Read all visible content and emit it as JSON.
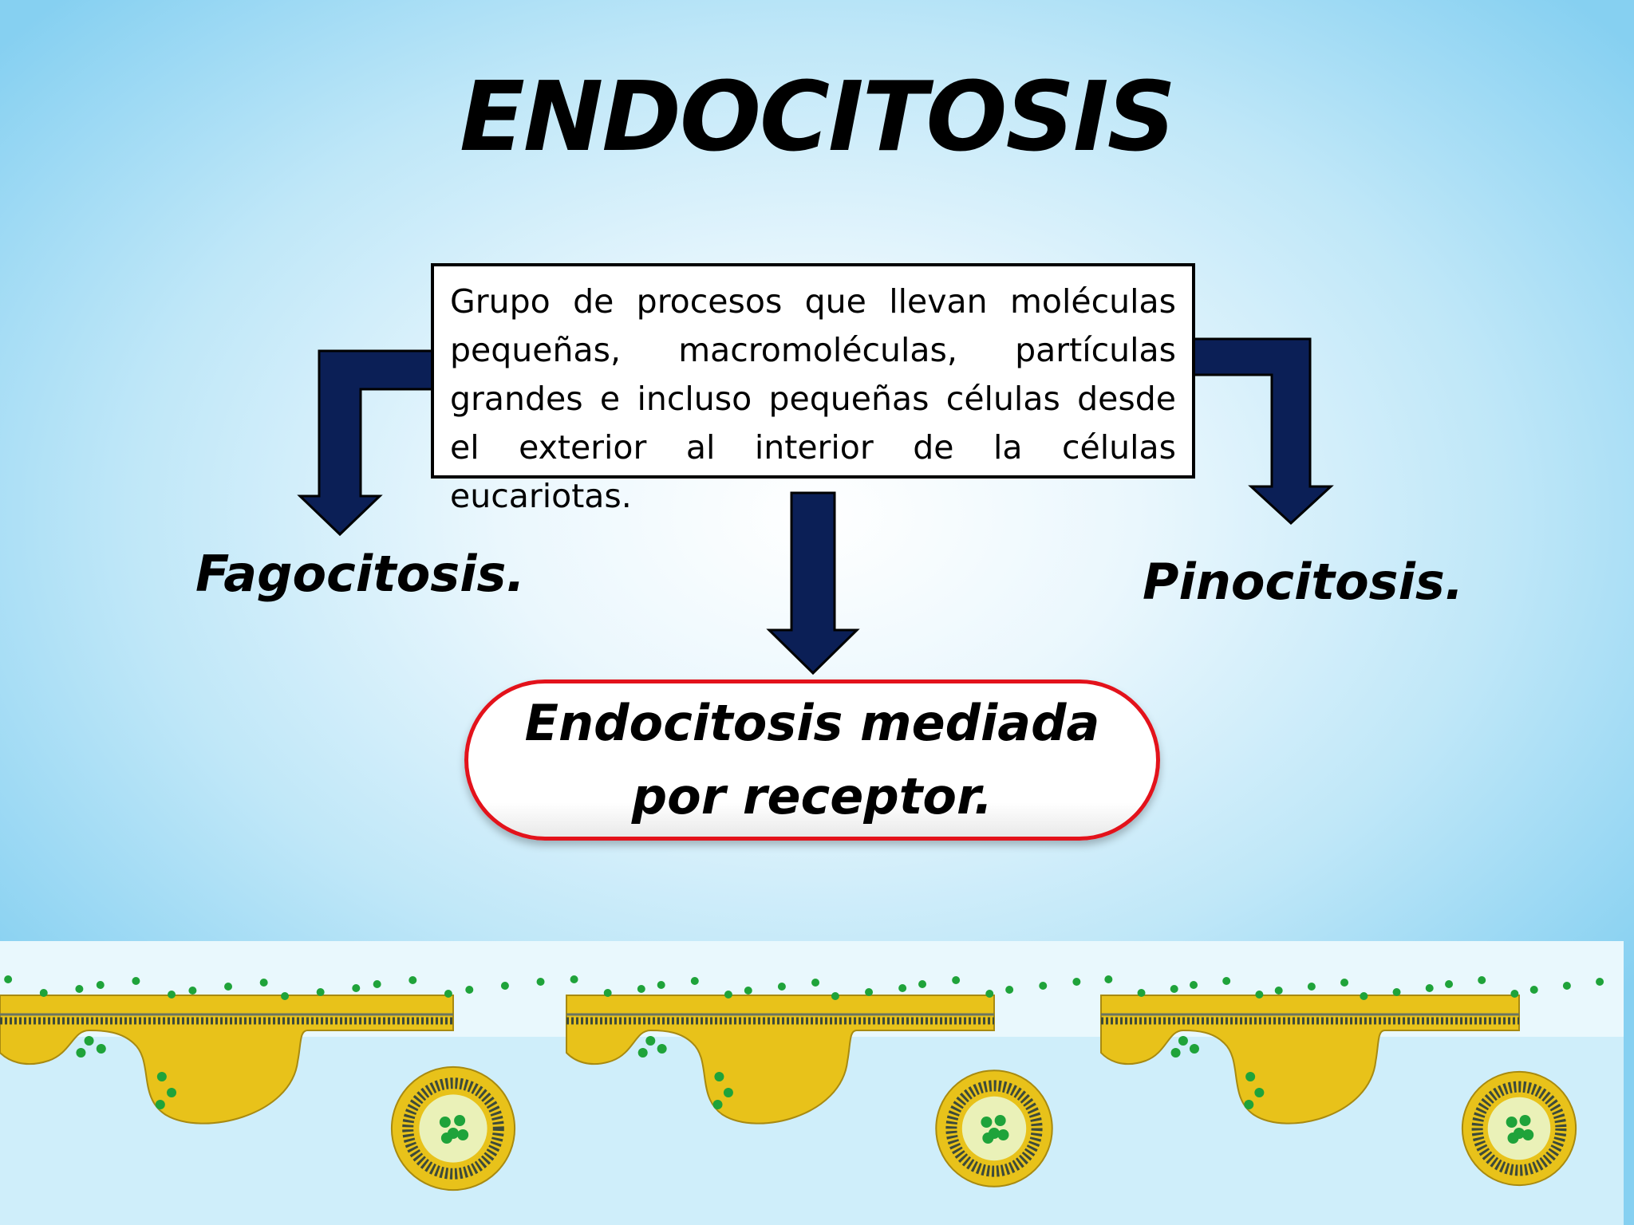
{
  "title": "ENDOCITOSIS",
  "definition": "Grupo de procesos que llevan moléculas pequeñas, macromoléculas, partículas grandes e incluso pequeñas células desde el exterior al interior de la células eucariotas.",
  "branches": {
    "left": "Fagocitosis.",
    "right": "Pinocitosis.",
    "center_line1": "Endocitosis mediada",
    "center_line2": "por receptor."
  },
  "colors": {
    "arrow": "#0b1f56",
    "pill_border": "#e3121b",
    "membrane_yellow": "#e8c21a",
    "particle_green": "#1fa33a"
  },
  "illustration": {
    "name": "endocytosis-membrane-strip",
    "panels": 3
  }
}
